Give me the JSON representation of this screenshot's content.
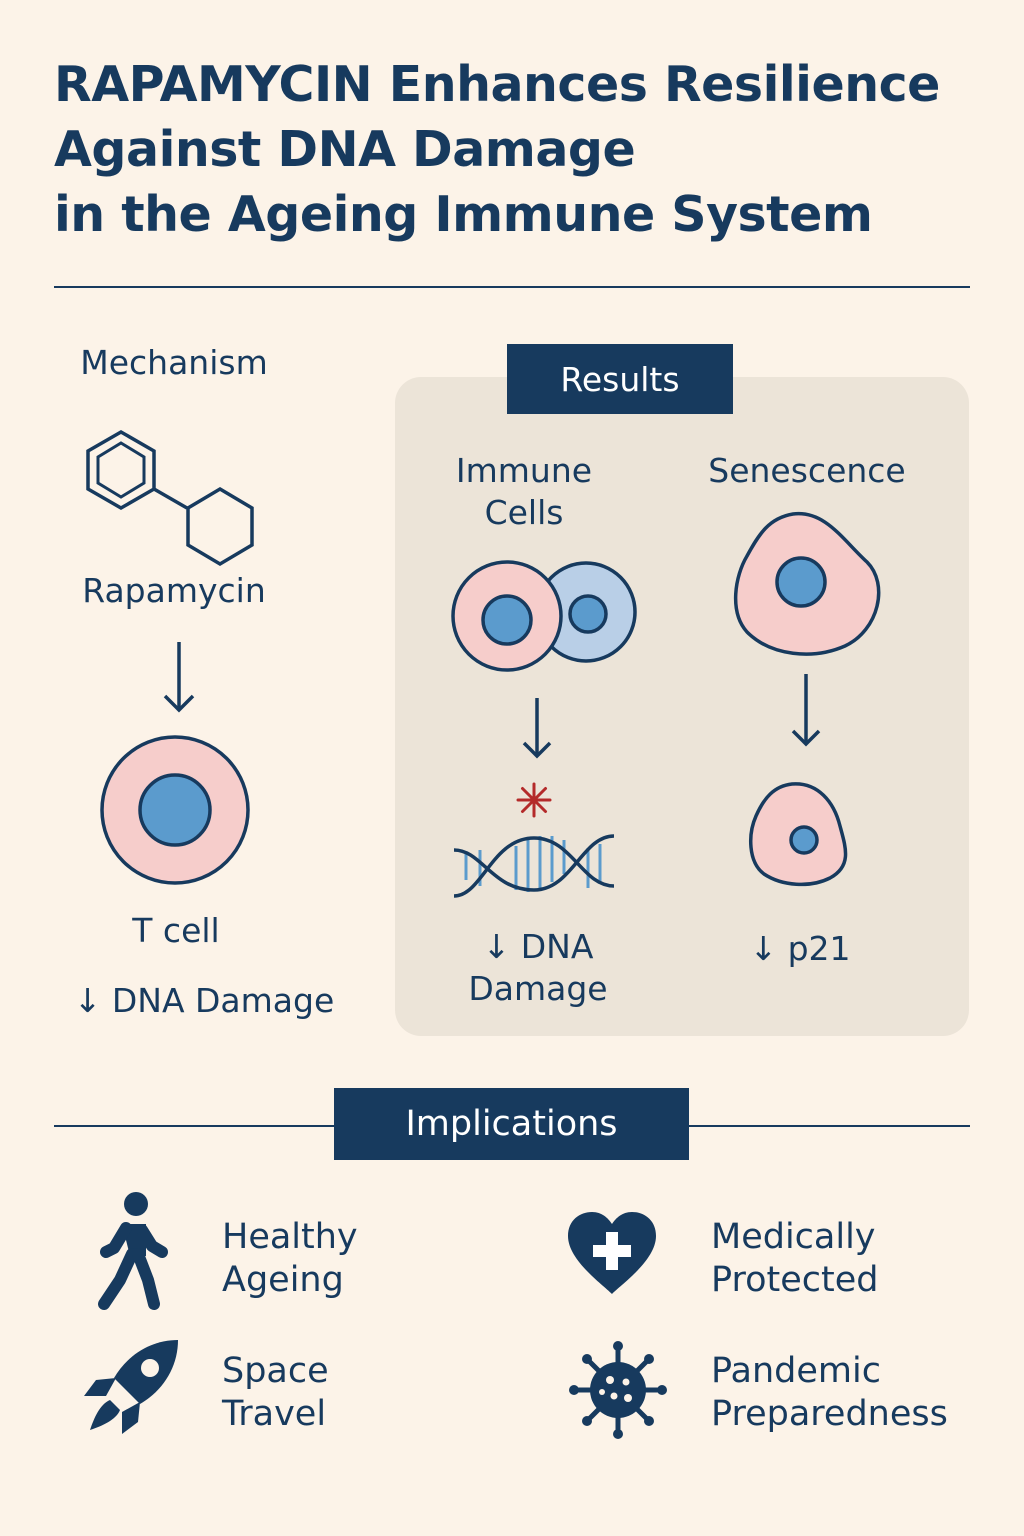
{
  "title": {
    "line1": "RAPAMYCIN Enhances Resilience",
    "line2": "Against DNA Damage",
    "line3": "in the Ageing Immune System"
  },
  "mechanism": {
    "heading": "Mechanism",
    "molecule_label": "Rapamycin",
    "molecule_icon": "rapamycin-molecule-icon",
    "cell_label": "T cell",
    "effect_label": "↓ DNA Damage"
  },
  "results": {
    "heading": "Results",
    "immune": {
      "label_line1": "Immune",
      "label_line2": "Cells",
      "effect_line1": "↓ DNA",
      "effect_line2": "Damage"
    },
    "senescence": {
      "label": "Senescence",
      "effect": "↓ p21"
    }
  },
  "implications": {
    "heading": "Implications",
    "items": [
      {
        "icon": "walking-person-icon",
        "line1": "Healthy",
        "line2": "Ageing"
      },
      {
        "icon": "heart-cross-icon",
        "line1": "Medically",
        "line2": "Protected"
      },
      {
        "icon": "rocket-icon",
        "line1": "Space",
        "line2": "Travel"
      },
      {
        "icon": "virus-icon",
        "line1": "Pandemic",
        "line2": "Preparedness"
      }
    ]
  },
  "colors": {
    "background": "#fcf3e8",
    "navy": "#173a5e",
    "cell_pink": "#f6cdcb",
    "nucleus_blue": "#5b9bcd",
    "cell_light_blue": "#b9cfe7",
    "panel": "#ece4d8",
    "damage_red": "#b42a2a"
  }
}
